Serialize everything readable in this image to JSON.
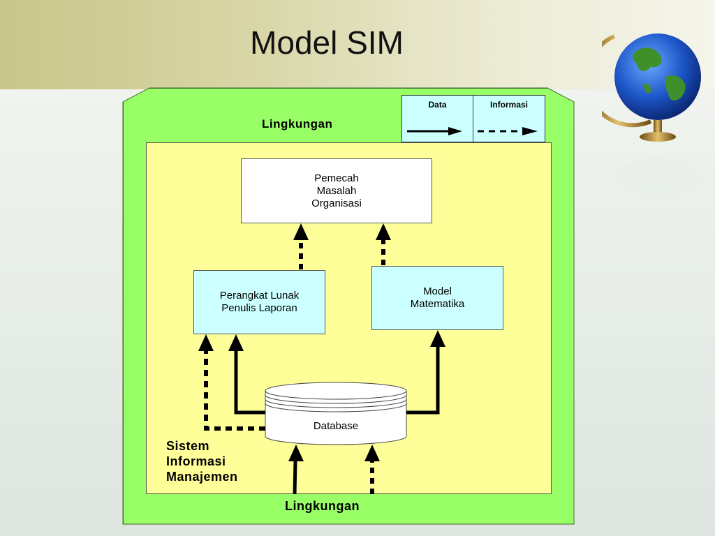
{
  "slide": {
    "title": "Model SIM"
  },
  "diagram": {
    "environment_top_label": "Lingkungan",
    "environment_bottom_label": "Lingkungan",
    "system_label": "Sistem\nInformasi\nManajemen",
    "legend": {
      "data_label": "Data",
      "info_label": "Informasi"
    },
    "nodes": {
      "problem_solver": "Pemecah\nMasalah\nOrganisasi",
      "report_software": "Perangkat Lunak\nPenulis Laporan",
      "math_model": "Model\nMatematika",
      "database": "Database"
    },
    "colors": {
      "environment": "#99ff66",
      "system": "#ffff99",
      "cyan_box": "#ccffff",
      "white_box": "#ffffff"
    }
  }
}
